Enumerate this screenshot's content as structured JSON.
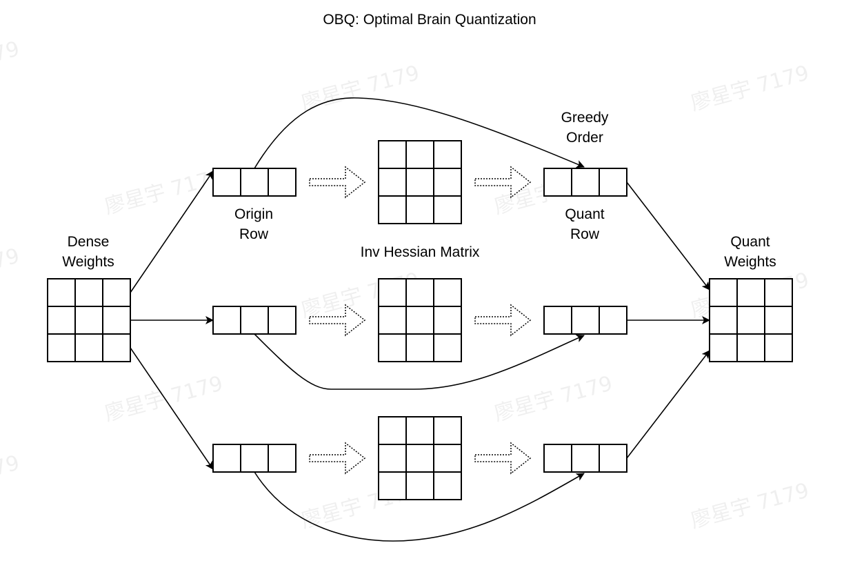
{
  "title": "OBQ: Optimal Brain Quantization",
  "labels": {
    "dense_weights": [
      "Dense",
      "Weights"
    ],
    "origin_row": [
      "Origin",
      "Row"
    ],
    "inv_hessian": "Inv Hessian Matrix",
    "greedy_order": [
      "Greedy",
      "Order"
    ],
    "quant_row": [
      "Quant",
      "Row"
    ],
    "quant_weights": [
      "Quant",
      "Weights"
    ]
  },
  "watermark": "廖星宇 7179",
  "nodes": [
    {
      "id": "dense-weights",
      "kind": "matrix",
      "rows": 3,
      "cols": 3
    },
    {
      "id": "origin-row-1",
      "kind": "row",
      "cols": 3
    },
    {
      "id": "origin-row-2",
      "kind": "row",
      "cols": 3
    },
    {
      "id": "origin-row-3",
      "kind": "row",
      "cols": 3
    },
    {
      "id": "inv-hessian-1",
      "kind": "matrix",
      "rows": 3,
      "cols": 3
    },
    {
      "id": "inv-hessian-2",
      "kind": "matrix",
      "rows": 3,
      "cols": 3
    },
    {
      "id": "inv-hessian-3",
      "kind": "matrix",
      "rows": 3,
      "cols": 3
    },
    {
      "id": "quant-row-1",
      "kind": "row",
      "cols": 3
    },
    {
      "id": "quant-row-2",
      "kind": "row",
      "cols": 3
    },
    {
      "id": "quant-row-3",
      "kind": "row",
      "cols": 3
    },
    {
      "id": "quant-weights",
      "kind": "matrix",
      "rows": 3,
      "cols": 3
    }
  ],
  "edges": [
    {
      "from": "dense-weights",
      "to": "origin-row-1",
      "style": "solid"
    },
    {
      "from": "dense-weights",
      "to": "origin-row-2",
      "style": "solid"
    },
    {
      "from": "dense-weights",
      "to": "origin-row-3",
      "style": "solid"
    },
    {
      "from": "origin-row-1",
      "to": "inv-hessian-1",
      "style": "dotted-arrow"
    },
    {
      "from": "origin-row-2",
      "to": "inv-hessian-2",
      "style": "dotted-arrow"
    },
    {
      "from": "origin-row-3",
      "to": "inv-hessian-3",
      "style": "dotted-arrow"
    },
    {
      "from": "inv-hessian-1",
      "to": "quant-row-1",
      "style": "dotted-arrow"
    },
    {
      "from": "inv-hessian-2",
      "to": "quant-row-2",
      "style": "dotted-arrow"
    },
    {
      "from": "inv-hessian-3",
      "to": "quant-row-3",
      "style": "dotted-arrow"
    },
    {
      "from": "origin-row-1",
      "to": "quant-row-1",
      "style": "curved"
    },
    {
      "from": "origin-row-2",
      "to": "quant-row-2",
      "style": "curved"
    },
    {
      "from": "origin-row-3",
      "to": "quant-row-3",
      "style": "curved"
    },
    {
      "from": "quant-row-1",
      "to": "quant-weights",
      "style": "solid"
    },
    {
      "from": "quant-row-2",
      "to": "quant-weights",
      "style": "solid"
    },
    {
      "from": "quant-row-3",
      "to": "quant-weights",
      "style": "solid"
    }
  ]
}
